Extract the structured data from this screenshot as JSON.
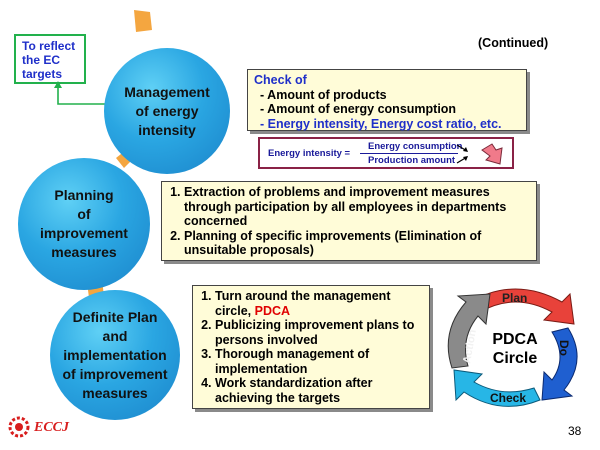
{
  "header": {
    "continued": "(Continued)",
    "page_number": "38"
  },
  "reflect_box": {
    "text": "To reflect\nthe EC\ntargets"
  },
  "circles": [
    {
      "label": "Management\nof energy\nintensity"
    },
    {
      "label": "Planning\nof\nimprovement\nmeasures"
    },
    {
      "label": "Definite Plan\nand\nimplementation\nof improvement\nmeasures"
    }
  ],
  "check_box": {
    "title": "Check of",
    "items": [
      "- Amount of products",
      "- Amount of energy consumption",
      "- Energy intensity, Energy cost ratio, etc."
    ]
  },
  "formula": {
    "lhs": "Energy intensity =",
    "numerator": "Energy consumption",
    "denominator": "Production amount"
  },
  "planning_box": {
    "items": [
      "Extraction of problems and improvement measures through participation by all employees in departments concerned",
      "Planning of specific improvements (Elimination of unsuitable proposals)"
    ]
  },
  "implementation_box": {
    "item1_prefix": "Turn around the management circle, ",
    "item1_highlight": "PDCA",
    "items": [
      "Publicizing improvement plans to persons involved",
      "Thorough management of implementation",
      "Work standardization after achieving the targets"
    ]
  },
  "pdca": {
    "center_line1": "PDCA",
    "center_line2": "Circle",
    "plan": "Plan",
    "do": "Do",
    "check": "Check",
    "action": "Action",
    "colors": {
      "plan": "#e8423a",
      "do": "#1f5fd0",
      "check": "#27b6e6",
      "action": "#777777"
    }
  },
  "logo": {
    "text": "ECCJ"
  },
  "colors": {
    "green": "#22b14c",
    "blue": "#1f2fc9",
    "red": "#e00000",
    "navy": "#1a1a9a",
    "orange": "#f4a640"
  }
}
